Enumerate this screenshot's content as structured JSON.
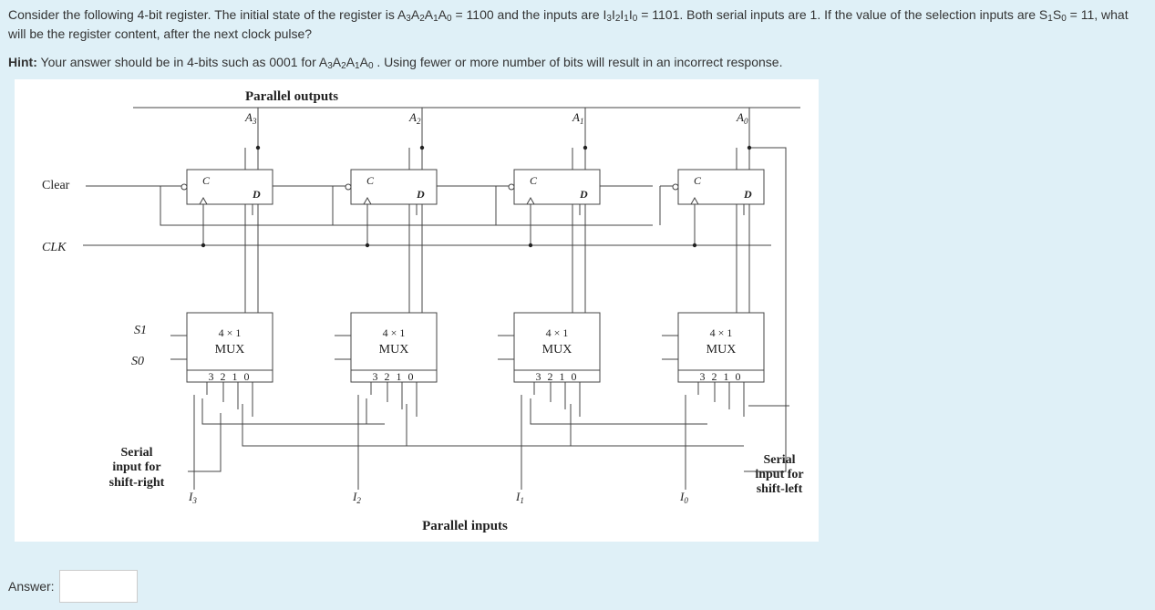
{
  "question": {
    "t1": "Consider the following 4-bit register. The initial state of the register is A",
    "s3": "3",
    "sa2": "A",
    "s2": "2",
    "sa1": "A",
    "s1": "1",
    "sa0": "A",
    "s0": "0",
    "t2": " = 1100 and the inputs are I",
    "i3": "3",
    "ii2": "I",
    "i2": "2",
    "ii1": "I",
    "i1": "1",
    "ii0": "I",
    "i0": "0",
    "t3": " = 1101. Both serial inputs are 1. If the value of the selection inputs are S",
    "ss1": "1",
    "sss0": "S",
    "ss0": "0",
    "t4": " = 11, what will be the register content, after the next clock pulse?"
  },
  "hint": {
    "label": "Hint:",
    "t1": " Your answer should be in 4-bits such as 0001 for A",
    "s3": "3",
    "sa2": "A",
    "s2": "2",
    "sa1": "A",
    "s1": "1",
    "sa0": "A",
    "s0": "0",
    "t2": " . Using fewer or more number of bits will result in an incorrect response."
  },
  "figure": {
    "parallel_outputs": "Parallel outputs",
    "parallel_inputs": "Parallel inputs",
    "clear": "Clear",
    "clk": "CLK",
    "ff_c": "C",
    "ff_d": "D",
    "outputs": [
      "A3",
      "A2",
      "A1",
      "A0"
    ],
    "inputs": [
      "I3",
      "I2",
      "I1",
      "I0"
    ],
    "s1": "S1",
    "s0": "S0",
    "mux_line1": "4 × 1",
    "mux_line2": "MUX",
    "mux_pins": "3 2 1 0",
    "serial_right": [
      "Serial",
      "input for",
      "shift-right"
    ],
    "serial_left": [
      "Serial",
      "input for",
      "shift-left"
    ]
  },
  "answer": {
    "label": "Answer:",
    "value": ""
  }
}
